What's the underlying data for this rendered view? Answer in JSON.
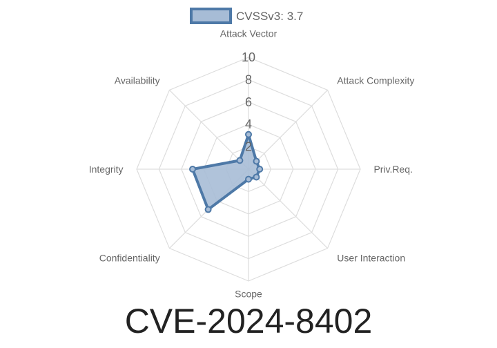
{
  "chart_data": {
    "type": "radar",
    "axes": [
      "Attack Vector",
      "Attack Complexity",
      "Priv.Req.",
      "User Interaction",
      "Scope",
      "Confidentiality",
      "Integrity",
      "Availability"
    ],
    "series": [
      {
        "name": "CVSSv3: 3.7",
        "values": [
          3.1,
          1.0,
          1.0,
          1.0,
          0.9,
          5.1,
          5.0,
          1.1
        ]
      }
    ],
    "rlim": [
      0,
      10
    ],
    "ticks": [
      2,
      4,
      6,
      8,
      10
    ],
    "tick_labels": [
      "2",
      "4",
      "6",
      "8",
      "10"
    ],
    "legend_position": "top",
    "grid": true,
    "colors": {
      "line": "#4e79a7",
      "fill": "#a7bcd6",
      "grid": "#dddddd"
    }
  },
  "title": "CVE-2024-8402"
}
